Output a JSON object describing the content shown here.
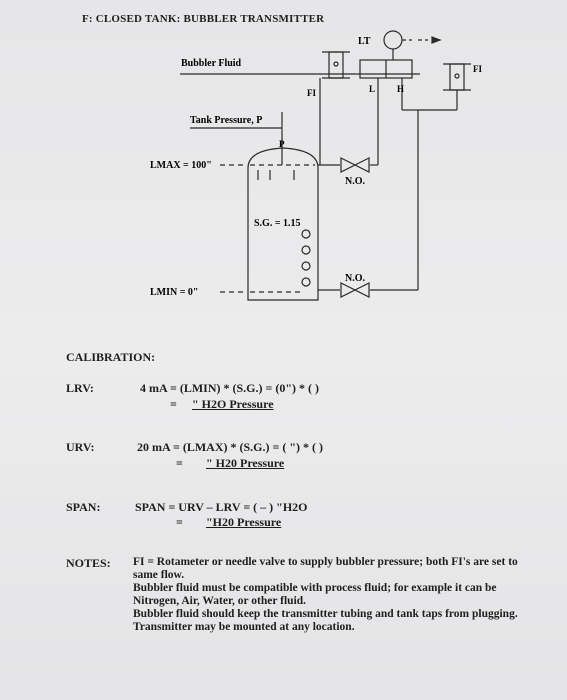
{
  "title": "F: CLOSED TANK: BUBBLER TRANSMITTER",
  "diagram": {
    "bubbler_fluid": "Bubbler Fluid",
    "tank_pressure": "Tank Pressure, P",
    "p_label": "P",
    "lmax": "LMAX = 100\"",
    "lmin": "LMIN = 0\"",
    "sg": "S.G. = 1.15",
    "fi_left": "FI",
    "fi_right": "FI",
    "lt": "LT",
    "l_label": "L",
    "h_label": "H",
    "valve_top": "N.O.",
    "valve_bottom": "N.O."
  },
  "calibration": {
    "heading": "CALIBRATION:",
    "lrv": {
      "label": "LRV:",
      "line1": "4 mA = (LMIN) * (S.G.) = (0\") * (     )",
      "line2_prefix": "=",
      "line2": "\" H2O Pressure"
    },
    "urv": {
      "label": "URV:",
      "line1": "20 mA = (LMAX) * (S.G.) = (     \") * (     )",
      "line2_prefix": "=",
      "line2": "\" H20 Pressure"
    },
    "span": {
      "label": "SPAN:",
      "line1": "SPAN = URV – LRV = (     –     ) \"H2O",
      "line2_prefix": "=",
      "line2": "\"H20 Pressure"
    }
  },
  "notes": {
    "label": "NOTES:",
    "lines": [
      "FI = Rotameter or needle valve to supply bubbler pressure; both FI's are set to same flow.",
      "Bubbler fluid must be compatible with process fluid; for example it can be Nitrogen, Air, Water, or other fluid.",
      "Bubbler fluid should keep the transmitter tubing and tank taps from plugging.",
      "Transmitter may be mounted at any location."
    ]
  }
}
